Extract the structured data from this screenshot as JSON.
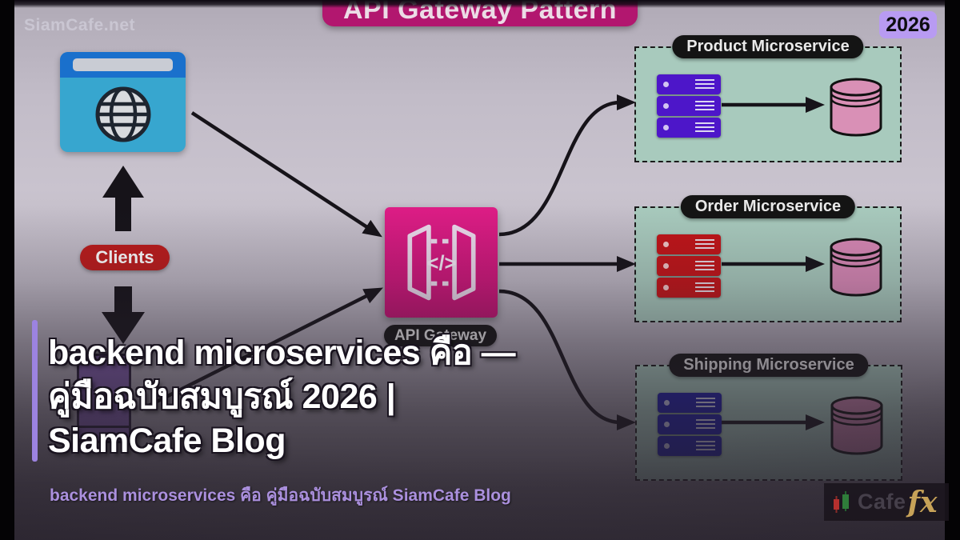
{
  "meta": {
    "watermark": "SiamCafe.net",
    "year_badge": "2026"
  },
  "diagram": {
    "title": "API Gateway Pattern",
    "clients_label": "Clients",
    "gateway_label": "API Gateway",
    "gateway_icon_symbol": "</>",
    "services": [
      {
        "name": "Product Microservice",
        "server_color": "#4d16c9",
        "db_color": "#d990b6"
      },
      {
        "name": "Order Microservice",
        "server_color": "#c11418",
        "db_color": "#d788b5"
      },
      {
        "name": "Shipping Microservice",
        "server_color": "#1c1ca8",
        "db_color": "#c77fa8"
      }
    ],
    "colors": {
      "title_box": "#b2176f",
      "gateway": "#d6197e",
      "client_pill": "#bb1b1b",
      "browser_header": "#1a70cc",
      "browser_body": "#37a6cf",
      "service_box_bg": "#a8cabd",
      "label_pill_bg": "#141414",
      "arrow": "#161319"
    }
  },
  "overlay": {
    "title_line1": "backend microservices คือ —",
    "title_line2": "คู่มือฉบับสมบูรณ์ 2026 |",
    "title_line3": "SiamCafe Blog",
    "subtitle": "backend microservices คือ คู่มือฉบับสมบูรณ์ SiamCafe Blog",
    "accent_color": "#9c83e0",
    "subtitle_color": "#ab90de",
    "badge_color": "#b89bf2"
  },
  "logo": {
    "text_cafe": "Cafe",
    "text_fx": "fx",
    "icon": "candlestick-chart-icon",
    "gold": "#c7a258"
  }
}
